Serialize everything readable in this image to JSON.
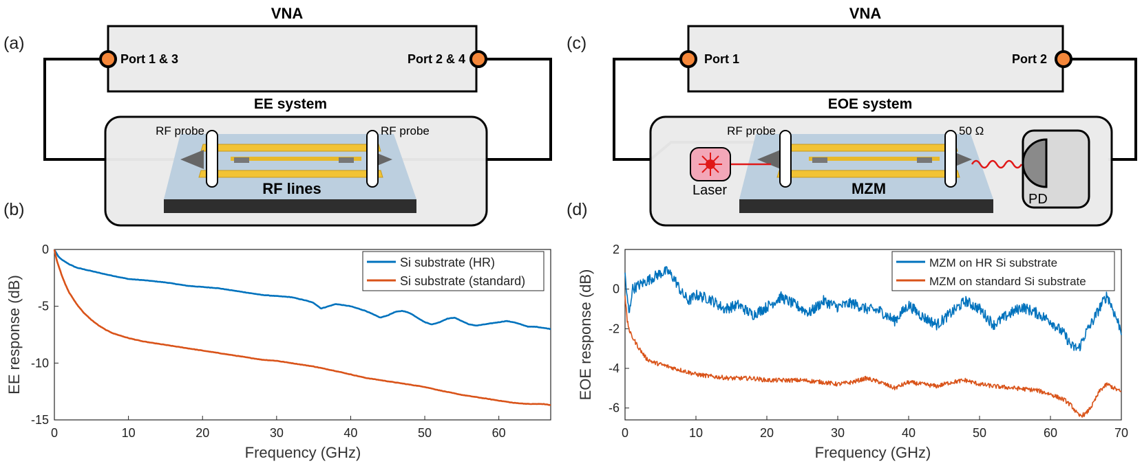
{
  "panels": {
    "a": "(a)",
    "b": "(b)",
    "c": "(c)",
    "d": "(d)"
  },
  "diagram_a": {
    "vna_label": "VNA",
    "port_left": "Port 1 & 3",
    "port_right": "Port 2 & 4",
    "system_label": "EE system",
    "probe_left": "RF probe",
    "probe_right": "RF probe",
    "chip_label": "RF lines"
  },
  "diagram_c": {
    "vna_label": "VNA",
    "port_left": "Port 1",
    "port_right": "Port 2",
    "system_label": "EOE system",
    "probe_left": "RF probe",
    "termination": "50 Ω",
    "laser_label": "Laser",
    "chip_label": "MZM",
    "pd_label": "PD"
  },
  "colors": {
    "blue": "#0072BD",
    "orange": "#D95319",
    "port": "#F5873A",
    "vna_fill": "#EBEBEB",
    "chip_top": "#BCCFDF",
    "gold": "#F2C335"
  },
  "chart_data": [
    {
      "type": "line",
      "xlabel": "Frequency (GHz)",
      "ylabel": "EE response (dB)",
      "xlim": [
        0,
        67
      ],
      "ylim": [
        -15,
        0
      ],
      "xticks": [
        0,
        10,
        20,
        30,
        40,
        50,
        60
      ],
      "yticks": [
        0,
        -5,
        -10,
        -15
      ],
      "ytick_labels": [
        "0",
        "-5",
        "-10",
        "-15"
      ],
      "legend_position": "top-right",
      "series": [
        {
          "name": "Si substrate (HR)",
          "color": "#0072BD",
          "x": [
            0,
            0.5,
            1,
            2,
            3,
            5,
            7,
            10,
            12,
            15,
            18,
            20,
            22,
            24,
            26,
            28,
            30,
            32,
            34,
            35,
            36,
            37,
            38,
            39,
            40,
            41,
            42,
            43,
            44,
            45,
            46,
            47,
            48,
            49,
            50,
            51,
            52,
            53,
            54,
            55,
            56,
            57,
            58,
            59,
            60,
            61,
            62,
            63,
            64,
            65,
            66,
            67
          ],
          "values": [
            0,
            -0.6,
            -0.9,
            -1.3,
            -1.6,
            -1.9,
            -2.2,
            -2.6,
            -2.7,
            -2.9,
            -3.2,
            -3.3,
            -3.4,
            -3.6,
            -3.8,
            -4.0,
            -4.1,
            -4.2,
            -4.5,
            -4.7,
            -5.2,
            -5.0,
            -4.8,
            -4.9,
            -5.0,
            -5.2,
            -5.4,
            -5.7,
            -6.0,
            -5.8,
            -5.5,
            -5.4,
            -5.6,
            -6.0,
            -6.4,
            -6.6,
            -6.4,
            -6.1,
            -6.0,
            -6.3,
            -6.6,
            -6.7,
            -6.6,
            -6.5,
            -6.4,
            -6.3,
            -6.4,
            -6.6,
            -6.8,
            -6.8,
            -6.9,
            -7.0
          ]
        },
        {
          "name": "Si substrate (standard)",
          "color": "#D95319",
          "x": [
            0,
            0.3,
            0.7,
            1,
            1.5,
            2,
            3,
            4,
            5,
            6,
            7,
            8,
            10,
            12,
            15,
            18,
            20,
            22,
            25,
            28,
            30,
            32,
            35,
            38,
            40,
            42,
            45,
            48,
            50,
            52,
            55,
            58,
            60,
            62,
            64,
            66,
            67
          ],
          "values": [
            0,
            -0.9,
            -1.7,
            -2.3,
            -3.1,
            -3.8,
            -4.8,
            -5.6,
            -6.2,
            -6.7,
            -7.1,
            -7.4,
            -7.8,
            -8.1,
            -8.4,
            -8.7,
            -8.9,
            -9.1,
            -9.4,
            -9.7,
            -9.8,
            -10.0,
            -10.3,
            -10.7,
            -11.0,
            -11.3,
            -11.6,
            -11.9,
            -12.1,
            -12.4,
            -12.8,
            -13.1,
            -13.3,
            -13.5,
            -13.6,
            -13.6,
            -13.7
          ]
        }
      ]
    },
    {
      "type": "line",
      "xlabel": "Frequency (GHz)",
      "ylabel": "EOE response (dB)",
      "xlim": [
        0,
        70
      ],
      "ylim": [
        -6.6,
        2
      ],
      "xticks": [
        0,
        10,
        20,
        30,
        40,
        50,
        60,
        70
      ],
      "yticks": [
        2,
        0,
        -2,
        -4,
        -6
      ],
      "ytick_labels": [
        "2",
        "0",
        "-2",
        "-4",
        "-6"
      ],
      "legend_position": "top-right",
      "series": [
        {
          "name": "MZM on HR Si substrate",
          "color": "#0072BD",
          "x": [
            0,
            0.3,
            0.6,
            1,
            2,
            3,
            4,
            5,
            6,
            7,
            8,
            9,
            10,
            12,
            14,
            16,
            18,
            20,
            22,
            24,
            26,
            28,
            30,
            32,
            34,
            36,
            38,
            40,
            42,
            44,
            46,
            48,
            50,
            52,
            54,
            56,
            58,
            60,
            62,
            63,
            64,
            65,
            66,
            67,
            68,
            69,
            70
          ],
          "values": [
            0.8,
            -0.5,
            -1.3,
            0.0,
            0.2,
            0.4,
            0.6,
            0.8,
            0.9,
            0.5,
            -0.2,
            -0.6,
            -0.3,
            -0.5,
            -1.0,
            -0.8,
            -1.3,
            -0.9,
            -0.4,
            -0.8,
            -1.2,
            -0.6,
            -0.9,
            -0.7,
            -1.0,
            -1.1,
            -1.6,
            -0.8,
            -1.4,
            -1.8,
            -1.2,
            -0.6,
            -1.0,
            -1.8,
            -1.3,
            -0.9,
            -1.2,
            -1.6,
            -2.3,
            -2.9,
            -3.0,
            -2.2,
            -1.6,
            -0.9,
            -0.3,
            -1.2,
            -2.1
          ]
        },
        {
          "name": "MZM on standard Si substrate",
          "color": "#D95319",
          "x": [
            0,
            0.3,
            0.7,
            1,
            1.5,
            2,
            3,
            4,
            5,
            7,
            9,
            10,
            12,
            15,
            18,
            20,
            22,
            25,
            28,
            30,
            32,
            34,
            36,
            38,
            40,
            42,
            44,
            46,
            48,
            50,
            52,
            55,
            58,
            60,
            62,
            63,
            64,
            65,
            66,
            67,
            68,
            69,
            70
          ],
          "values": [
            -0.3,
            -1.6,
            -2.2,
            -2.4,
            -2.7,
            -3.0,
            -3.5,
            -3.7,
            -3.8,
            -4.0,
            -4.2,
            -4.3,
            -4.4,
            -4.5,
            -4.5,
            -4.6,
            -4.6,
            -4.6,
            -4.7,
            -4.8,
            -4.7,
            -4.5,
            -4.7,
            -5.0,
            -4.7,
            -4.8,
            -4.9,
            -4.7,
            -4.6,
            -4.8,
            -4.9,
            -5.0,
            -5.1,
            -5.3,
            -5.6,
            -5.9,
            -6.4,
            -6.3,
            -5.8,
            -5.1,
            -4.8,
            -5.0,
            -5.2
          ]
        }
      ]
    }
  ]
}
